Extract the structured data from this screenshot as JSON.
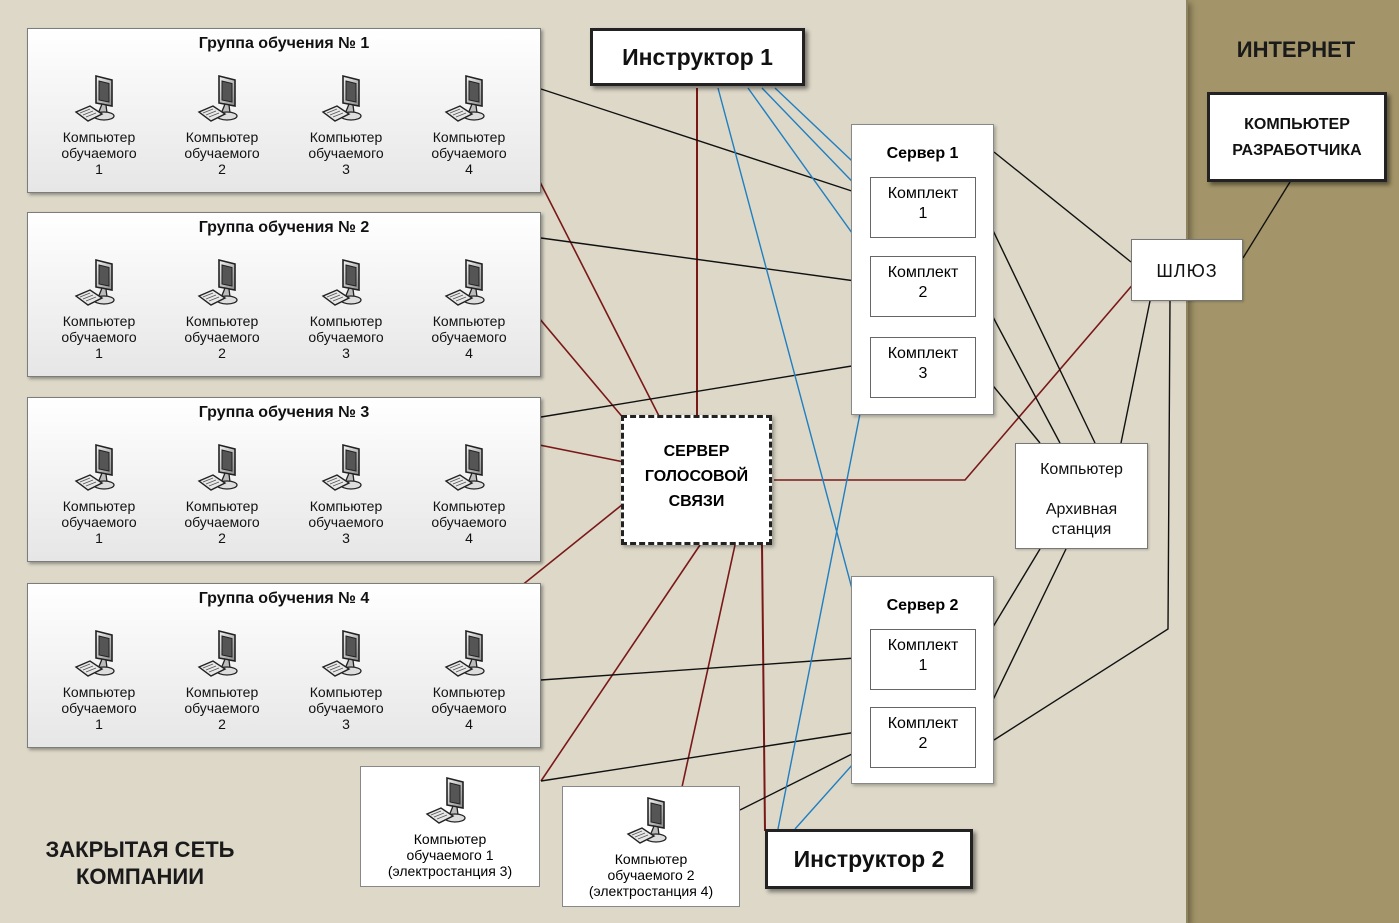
{
  "closed_network_label": [
    "ЗАКРЫТАЯ СЕТЬ",
    "КОМПАНИИ"
  ],
  "internet_label": "ИНТЕРНЕТ",
  "developer_computer": [
    "КОМПЬЮТЕР",
    "РАЗРАБОТЧИКА"
  ],
  "gateway": "ШЛЮЗ",
  "voice_server": [
    "СЕРВЕР",
    "ГОЛОСОВОЙ",
    "СВЯЗИ"
  ],
  "instructors": [
    "Инструктор 1",
    "Инструктор 2"
  ],
  "archive": [
    "Компьютер",
    "Архивная",
    "станция"
  ],
  "groups": [
    {
      "title": "Группа обучения № 1",
      "computers": [
        [
          "Компьютер",
          "обучаемого",
          "1"
        ],
        [
          "Компьютер",
          "обучаемого",
          "2"
        ],
        [
          "Компьютер",
          "обучаемого",
          "3"
        ],
        [
          "Компьютер",
          "обучаемого",
          "4"
        ]
      ]
    },
    {
      "title": "Группа обучения № 2",
      "computers": [
        [
          "Компьютер",
          "обучаемого",
          "1"
        ],
        [
          "Компьютер",
          "обучаемого",
          "2"
        ],
        [
          "Компьютер",
          "обучаемого",
          "3"
        ],
        [
          "Компьютер",
          "обучаемого",
          "4"
        ]
      ]
    },
    {
      "title": "Группа обучения № 3",
      "computers": [
        [
          "Компьютер",
          "обучаемого",
          "1"
        ],
        [
          "Компьютер",
          "обучаемого",
          "2"
        ],
        [
          "Компьютер",
          "обучаемого",
          "3"
        ],
        [
          "Компьютер",
          "обучаемого",
          "4"
        ]
      ]
    },
    {
      "title": "Группа обучения № 4",
      "computers": [
        [
          "Компьютер",
          "обучаемого",
          "1"
        ],
        [
          "Компьютер",
          "обучаемого",
          "2"
        ],
        [
          "Компьютер",
          "обучаемого",
          "3"
        ],
        [
          "Компьютер",
          "обучаемого",
          "4"
        ]
      ]
    }
  ],
  "servers": [
    {
      "title": "Сервер 1",
      "kits": [
        [
          "Комплект",
          "1"
        ],
        [
          "Комплект",
          "2"
        ],
        [
          "Комплект",
          "3"
        ]
      ]
    },
    {
      "title": "Сервер 2",
      "kits": [
        [
          "Комплект",
          "1"
        ],
        [
          "Комплект",
          "2"
        ]
      ]
    }
  ],
  "workstations": [
    [
      "Компьютер",
      "обучаемого 1",
      "(электростанция 3)"
    ],
    [
      "Компьютер",
      "обучаемого 2",
      "(электростанция 4)"
    ]
  ],
  "colors": {
    "internet_bg": "#a39569",
    "closed_network_bg": "#ddd8c8",
    "data_line": "#111111",
    "voice_line": "#7a1818",
    "instructor_line": "#1f7fc2"
  },
  "icons": [
    "computer-icon"
  ]
}
